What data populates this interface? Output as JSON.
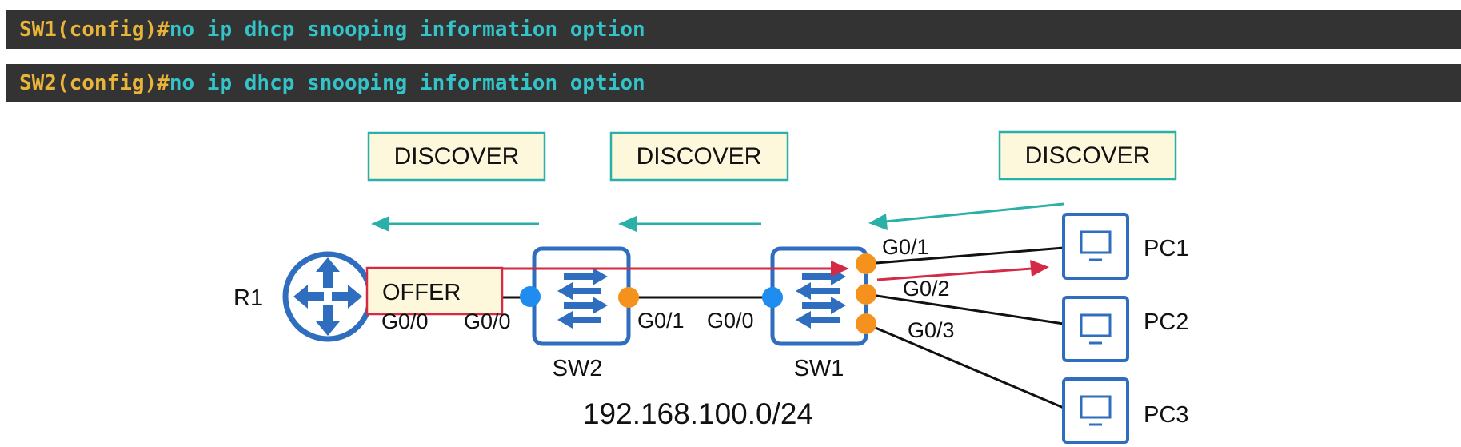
{
  "terminal": [
    {
      "prompt": "SW1(config)#",
      "command": "no ip dhcp snooping information option"
    },
    {
      "prompt": "SW2(config)#",
      "command": "no ip dhcp snooping information option"
    }
  ],
  "messages": {
    "discover_1": "DISCOVER",
    "discover_2": "DISCOVER",
    "discover_3": "DISCOVER",
    "offer": "OFFER"
  },
  "devices": {
    "r1": "R1",
    "sw2": "SW2",
    "sw1": "SW1",
    "pc1": "PC1",
    "pc2": "PC2",
    "pc3": "PC3"
  },
  "ports": {
    "r1_g00": "G0/0",
    "sw2_g00": "G0/0",
    "sw2_g01": "G0/1",
    "sw1_g00": "G0/0",
    "sw1_g01": "G0/1",
    "sw1_g02": "G0/2",
    "sw1_g03": "G0/3"
  },
  "subnet": "192.168.100.0/24",
  "colors": {
    "terminal_bg": "#333333",
    "prompt": "#e8b53a",
    "command": "#33c3c8",
    "device_blue": "#2f6dbf",
    "discover_arrow": "#2ab0a8",
    "offer_arrow": "#d42a45",
    "trusted_port": "#1f8df0",
    "untrusted_port": "#f5921e",
    "message_box_bg": "#fdf8dc"
  }
}
